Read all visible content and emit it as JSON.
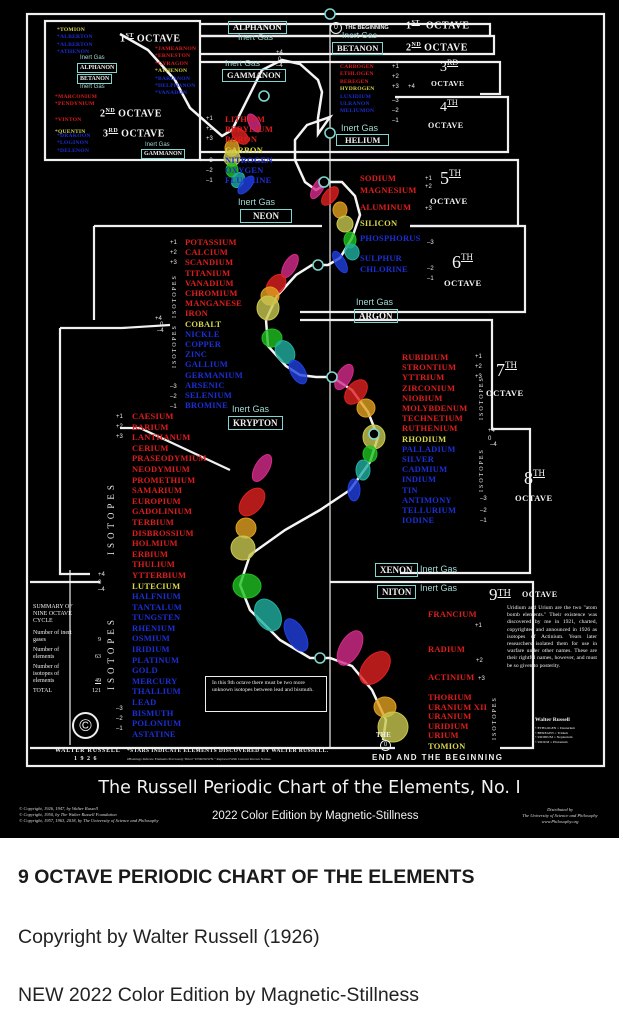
{
  "chart": {
    "title": "The Russell Periodic Chart of the Elements, No. I",
    "edition": "2022 Color Edition by Magnetic-Stillness",
    "copyright_lines": [
      "© Copyright, 1926, 1947, by Walter Russell",
      "© Copyright, 1950, by The Walter Russell Foundation",
      "© Copyright, 1957, 1963, 2018, by The University of Science and Philosophy"
    ],
    "distributed": [
      "Distributed by",
      "The University of Science and Philosophy",
      "www.Philosophy.org"
    ],
    "author_line": "WALTER RUSSELL",
    "author_year": "1 9 2 6",
    "stars_note": "*STARS INDICATE ELEMENTS DISCOVERED BY WALTER RUSSELL.",
    "hashtag_note": "#Hashtags Indicate Elements Previously Titled \"UNKNOWN.\" Replaced With Current Known Names.",
    "end_label": "END AND THE BEGINNING",
    "the_label": "THE",
    "beginning_label": "THE BEGINNING",
    "zero": "0",
    "inert_gas": "Inert Gas",
    "isotopes": "ISOTOPES",
    "copyright_symbol": "©"
  },
  "octaves": {
    "o1": {
      "num": "1",
      "suffix": "ST",
      "label": "OCTAVE"
    },
    "o2": {
      "num": "2",
      "suffix": "ND",
      "label": "OCTAVE"
    },
    "o3": {
      "num": "3",
      "suffix": "RD",
      "label": "OCTAVE"
    },
    "o4": {
      "num": "4",
      "suffix": "TH",
      "label": "OCTAVE"
    },
    "o5": {
      "num": "5",
      "suffix": "TH",
      "label": "OCTAVE"
    },
    "o6": {
      "num": "6",
      "suffix": "TH",
      "label": "OCTAVE"
    },
    "o7": {
      "num": "7",
      "suffix": "TH",
      "label": "OCTAVE"
    },
    "o8": {
      "num": "8",
      "suffix": "TH",
      "label": "OCTAVE"
    },
    "o9": {
      "num": "9",
      "suffix": "TH",
      "label": "OCTAVE"
    }
  },
  "inset": {
    "o1_left": [
      "*TOMION",
      "*ALBERTON",
      "*ALBERTON",
      "*ATHENON"
    ],
    "o1_right": [
      "*JAMEARNON",
      "*ERNESTON",
      "*CYRAGON",
      "*ATHENON",
      "*BARIANON",
      "*DELPHANON",
      "*VANADON"
    ],
    "o2_left": [
      "*MARCONIUM",
      "*PENDYNIUM",
      "*VINTON",
      "*QUENTIN"
    ],
    "o3_left": [
      "*DRAKOON",
      "*LOGINON",
      "*DELENON"
    ],
    "gases": [
      "ALPHANON",
      "BETANON",
      "GAMMANON"
    ]
  },
  "elements": {
    "o3_right": [
      "CARBOGEN",
      "ETHLOGEN",
      "BEREGEN",
      "HYDROGEN",
      "LUXIDIUM",
      "ULRANON",
      "MELIUMON"
    ],
    "o4": [
      "LITHIUM",
      "BERYLIUM",
      "BORON",
      "CARBON",
      "NITROGEN",
      "OXYGEN",
      "FLUORINE"
    ],
    "o5": [
      "SODIUM",
      "MAGNESIUM",
      "ALUMINUM",
      "SILICON",
      "PHOSPHORUS",
      "SULPHUR",
      "CHLORINE"
    ],
    "o6_top": [
      "POTASSIUM",
      "CALCIUM",
      "SCANDIUM"
    ],
    "o6_iso1": [
      "TITANIUM",
      "VANADIUM",
      "CHROMIUM",
      "MANGANESE",
      "IRON"
    ],
    "o6_center": "COBALT",
    "o6_iso2": [
      "NICKLE",
      "COPPER",
      "ZINC",
      "GALLIUM",
      "GERMANIUM"
    ],
    "o6_bot": [
      "ARSENIC",
      "SELENIUM",
      "BROMINE"
    ],
    "o7_top": [
      "RUBIDIUM",
      "STRONTIUM",
      "YTTRIUM"
    ],
    "o7_iso1": [
      "ZIRCONIUM",
      "NIOBIUM",
      "MOLYBDENUM",
      "TECHNETIUM",
      "RUTHENIUM"
    ],
    "o7_center": "RHODIUM",
    "o7_iso2": [
      "PALLADIUM",
      "SILVER",
      "CADMIUM",
      "INDIUM",
      "TIN"
    ],
    "o7_bot": [
      "ANTIMONY",
      "TELLURIUM",
      "IODINE"
    ],
    "o8_top": [
      "CAESIUM",
      "BARIUM",
      "LANTHANUM"
    ],
    "o8_iso1": [
      "CERIUM",
      "PRASEODYMIUM",
      "NEODYMIUM",
      "PROMETHIUM",
      "SAMARIUM",
      "EUROPIUM",
      "GADOLINIUM",
      "TERBIUM",
      "DISBROSSIUM",
      "HOLMIUM",
      "ERBIUM",
      "THULIUM",
      "YTTERBIUM"
    ],
    "o8_center": "LUTECIUM",
    "o8_iso2": [
      "HALFNIUM",
      "TANTALUM",
      "TUNGSTEN",
      "RHENIUM",
      "OSMIUM",
      "IRIDIUM",
      "PLATINUM",
      "GOLD",
      "MERCURY",
      "THALLIUM",
      "LEAD"
    ],
    "o8_bot": [
      "BISMUTH",
      "POLONIUM",
      "ASTATINE"
    ],
    "o9": [
      "FRANCIUM",
      "RADIUM",
      "ACTINIUM"
    ],
    "o9_iso": [
      "THORIUM",
      "URANIUM XII",
      "URANIUM",
      "URIDIUM",
      "URIUM"
    ],
    "o9_center": "TOMION"
  },
  "gases": [
    "HELIUM",
    "NEON",
    "ARGON",
    "KRYPTON",
    "XENON",
    "NITON"
  ],
  "valences": {
    "p1": "+1",
    "p2": "+2",
    "p3": "+3",
    "p4": "+4",
    "m1": "–1",
    "m2": "–2",
    "m3": "–3",
    "m4": "–4"
  },
  "summary": {
    "title": [
      "SUMMARY OF",
      "NINE OCTAVE",
      "CYCLE"
    ],
    "rows": [
      {
        "label": "Number of inert gases",
        "value": "9"
      },
      {
        "label": "Number of elements",
        "value": "63"
      },
      {
        "label": "Number of isotopes of elements",
        "value": "49"
      }
    ],
    "total_label": "TOTAL",
    "total_value": "121"
  },
  "notes": {
    "ninth_octave_isotopes": "In this 9th octave there must be two more unknown isotopes between lead and bismuth.",
    "atom_bomb": "Uridium and Urium are the two \"atom bomb elements.\" Their existence was discovered by me in 1921, charted, copyrighted and announced in 1926 as isotopes of Actinium. Years later researchers isolated them for use in warfare under other names. These are their rightful names, however, and must be so given to posterity.",
    "signature": "Walter Russell",
    "renames": [
      "©ETHLOGEN = Deuterium",
      "©BEREGEN = Tritium",
      "©URIDIUM = Neptunium",
      "©URIUM = Plutonium"
    ]
  },
  "caption": {
    "title": "9 OCTAVE PERIODIC CHART OF THE ELEMENTS",
    "copyright": "Copyright by Walter Russell (1926)",
    "edition": "NEW 2022 Color Edition by Magnetic-Stillness"
  },
  "colors": {
    "background": "#000000",
    "plus_elements": "#e01c1c",
    "minus_elements": "#1b2fd6",
    "center_elements": "#d8d64a",
    "inert_gas": "#7fd6d0",
    "lines": "#f2f2f2"
  }
}
